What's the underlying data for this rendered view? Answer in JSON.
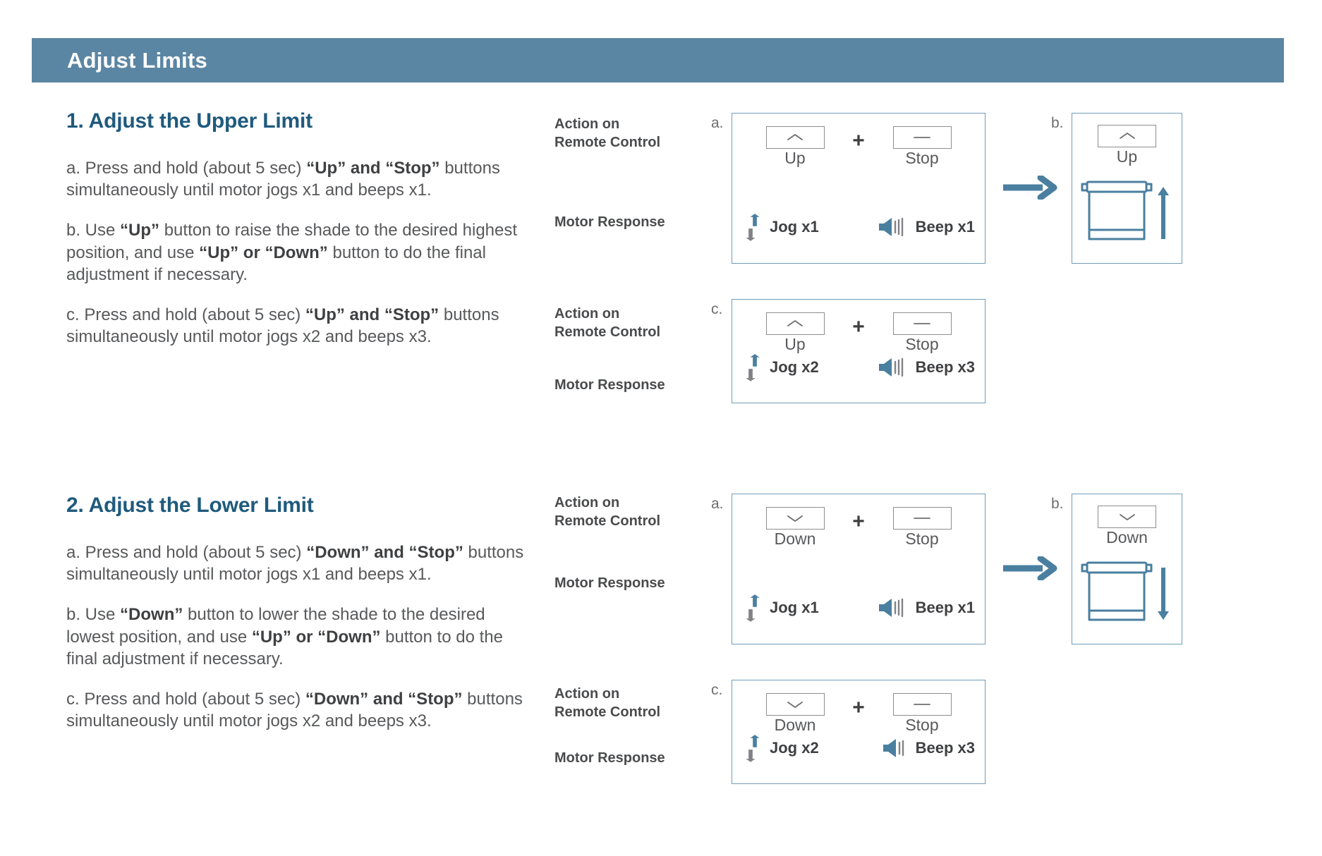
{
  "header": {
    "title": "Adjust Limits",
    "bar_color": "#5b86a3"
  },
  "theme": {
    "heading_color": "#1f5a7d",
    "body_color": "#58595b",
    "panel_border": "#6f9cb8",
    "accent_blue": "#4a7fa0",
    "gray_icon": "#808285"
  },
  "sections": [
    {
      "heading": "1. Adjust the Upper Limit",
      "paragraphs": [
        {
          "pre": "a. Press and hold (about 5 sec) ",
          "bold": "“Up” and “Stop”",
          "post": " buttons simultaneously until motor jogs x1 and beeps x1."
        },
        {
          "pre": "b. Use ",
          "bold": "“Up”",
          "mid": " button to raise the shade to the desired highest position, and use ",
          "bold2": "“Up” or “Down”",
          "post": " button to do the final adjustment if necessary."
        },
        {
          "pre": "c. Press and hold (about 5 sec) ",
          "bold": "“Up” and “Stop”",
          "post": " buttons simultaneously until motor jogs x2 and beeps x3."
        }
      ]
    },
    {
      "heading": "2. Adjust the Lower Limit",
      "paragraphs": [
        {
          "pre": "a. Press and hold (about 5 sec) ",
          "bold": "“Down” and “Stop”",
          "post": " buttons simultaneously until motor jogs x1 and beeps x1."
        },
        {
          "pre": "b. Use ",
          "bold": "“Down”",
          "mid": " button to lower the shade to the desired lowest position, and use ",
          "bold2": "“Up” or “Down”",
          "post": " button to do the final adjustment if necessary."
        },
        {
          "pre": "c. Press and hold (about 5 sec) ",
          "bold": "“Down” and “Stop”",
          "post": " buttons simultaneously until motor jogs x2 and beeps x3."
        }
      ]
    }
  ],
  "labels": {
    "action_line1": "Action on",
    "action_line2": "Remote Control",
    "motor_response": "Motor Response"
  },
  "markers": {
    "a": "a.",
    "b": "b.",
    "c": "c."
  },
  "panels": {
    "upper_a": {
      "marker": "a.",
      "button_left": "Up",
      "button_left_icon": "chevron-up-icon",
      "operator": "+",
      "button_right": "Stop",
      "button_right_icon": "dash-icon",
      "jog": "Jog x1",
      "jog_icon": "jog-double-arrow-icon",
      "beep": "Beep x1",
      "beep_icon": "speaker-icon",
      "beep_waves": 3
    },
    "upper_c": {
      "marker": "c.",
      "button_left": "Up",
      "button_left_icon": "chevron-up-icon",
      "operator": "+",
      "button_right": "Stop",
      "button_right_icon": "dash-icon",
      "jog": "Jog x2",
      "jog_icon": "jog-double-arrow-icon",
      "beep": "Beep x3",
      "beep_icon": "speaker-icon",
      "beep_waves": 3
    },
    "upper_b": {
      "marker": "b.",
      "button_label": "Up",
      "button_icon": "chevron-up-icon",
      "shade_direction": "up",
      "shade_icon": "roller-shade-icon",
      "arrow_icon": "arrow-up-icon"
    },
    "lower_a": {
      "marker": "a.",
      "button_left": "Down",
      "button_left_icon": "chevron-down-icon",
      "operator": "+",
      "button_right": "Stop",
      "button_right_icon": "dash-icon",
      "jog": "Jog x1",
      "jog_icon": "jog-double-arrow-icon",
      "beep": "Beep x1",
      "beep_icon": "speaker-icon",
      "beep_waves": 3
    },
    "lower_c": {
      "marker": "c.",
      "button_left": "Down",
      "button_left_icon": "chevron-down-icon",
      "operator": "+",
      "button_right": "Stop",
      "button_right_icon": "dash-icon",
      "jog": "Jog x2",
      "jog_icon": "jog-double-arrow-icon",
      "beep": "Beep x3",
      "beep_icon": "speaker-icon",
      "beep_waves": 3
    },
    "lower_b": {
      "marker": "b.",
      "button_label": "Down",
      "button_icon": "chevron-down-icon",
      "shade_direction": "down",
      "shade_icon": "roller-shade-icon",
      "arrow_icon": "arrow-down-icon"
    }
  }
}
